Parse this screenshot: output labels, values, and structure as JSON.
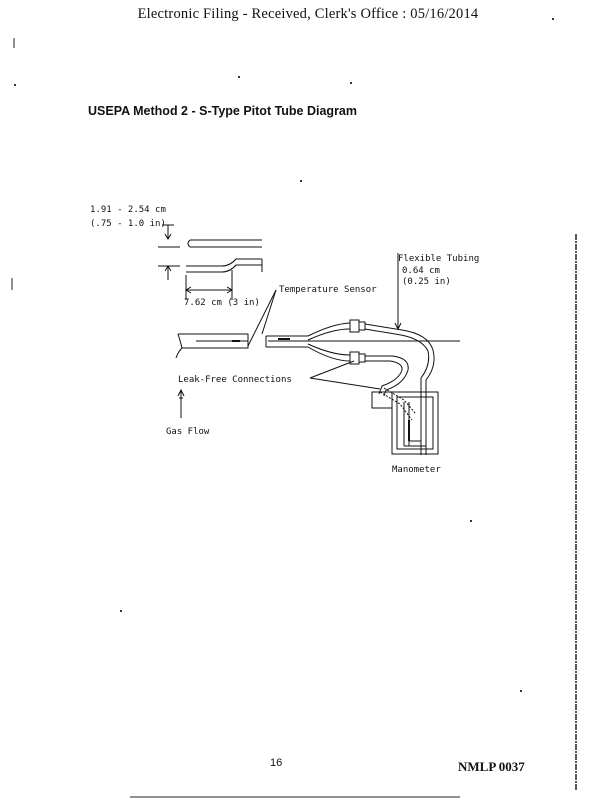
{
  "header": {
    "text": "Electronic   Filing  - Received,   Clerk's  Office  :  05/16/2014"
  },
  "document": {
    "title": "USEPA Method 2 - S-Type Pitot Tube Diagram",
    "page_number": "16",
    "doc_id": "NMLP 0037"
  },
  "diagram": {
    "labels": {
      "diameter_metric": "1.91 - 2.54 cm",
      "diameter_imperial": "(.75 - 1.0 in)",
      "length": "7.62 cm  (3 in)",
      "temperature_sensor": "Temperature Sensor",
      "flexible_tubing": "Flexible Tubing",
      "tubing_metric": "0.64 cm",
      "tubing_imperial": "(0.25 in)",
      "leak_free": "Leak-Free Connections",
      "gas_flow": "Gas Flow",
      "manometer": "Manometer"
    }
  }
}
